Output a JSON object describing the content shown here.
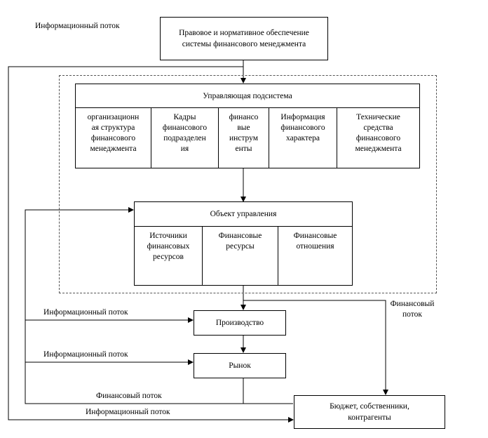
{
  "labels": {
    "top_left_info_flow": "Информационный поток",
    "right_financial_flow": "Финансовый\nпоток",
    "flow_to_production": "Информационный поток",
    "flow_to_market": "Информационный поток",
    "financial_flow_bottom": "Финансовый поток",
    "info_flow_bottom": "Информационный поток"
  },
  "legal_box": "Правовое и нормативное обеспечение\nсистемы финансового менеджмента",
  "control_subsystem": {
    "title": "Управляющая подсистема",
    "cells": [
      "организационн\nая структура\nфинансового\nменеджмента",
      "Кадры\nфинансового\nподразделен\nия",
      "финансо\nвые\nинструм\nенты",
      "Информация\nфинансового\nхарактера",
      "Технические\nсредства\nфинансового\nменеджмента"
    ]
  },
  "control_object": {
    "title": "Объект управления",
    "cells": [
      "Источники\nфинансовых\nресурсов",
      "Финансовые\nресурсы",
      "Финансовые\nотношения"
    ]
  },
  "production": "Производство",
  "market": "Рынок",
  "budget_box": "Бюджет, собственники,\nконтрагенты"
}
